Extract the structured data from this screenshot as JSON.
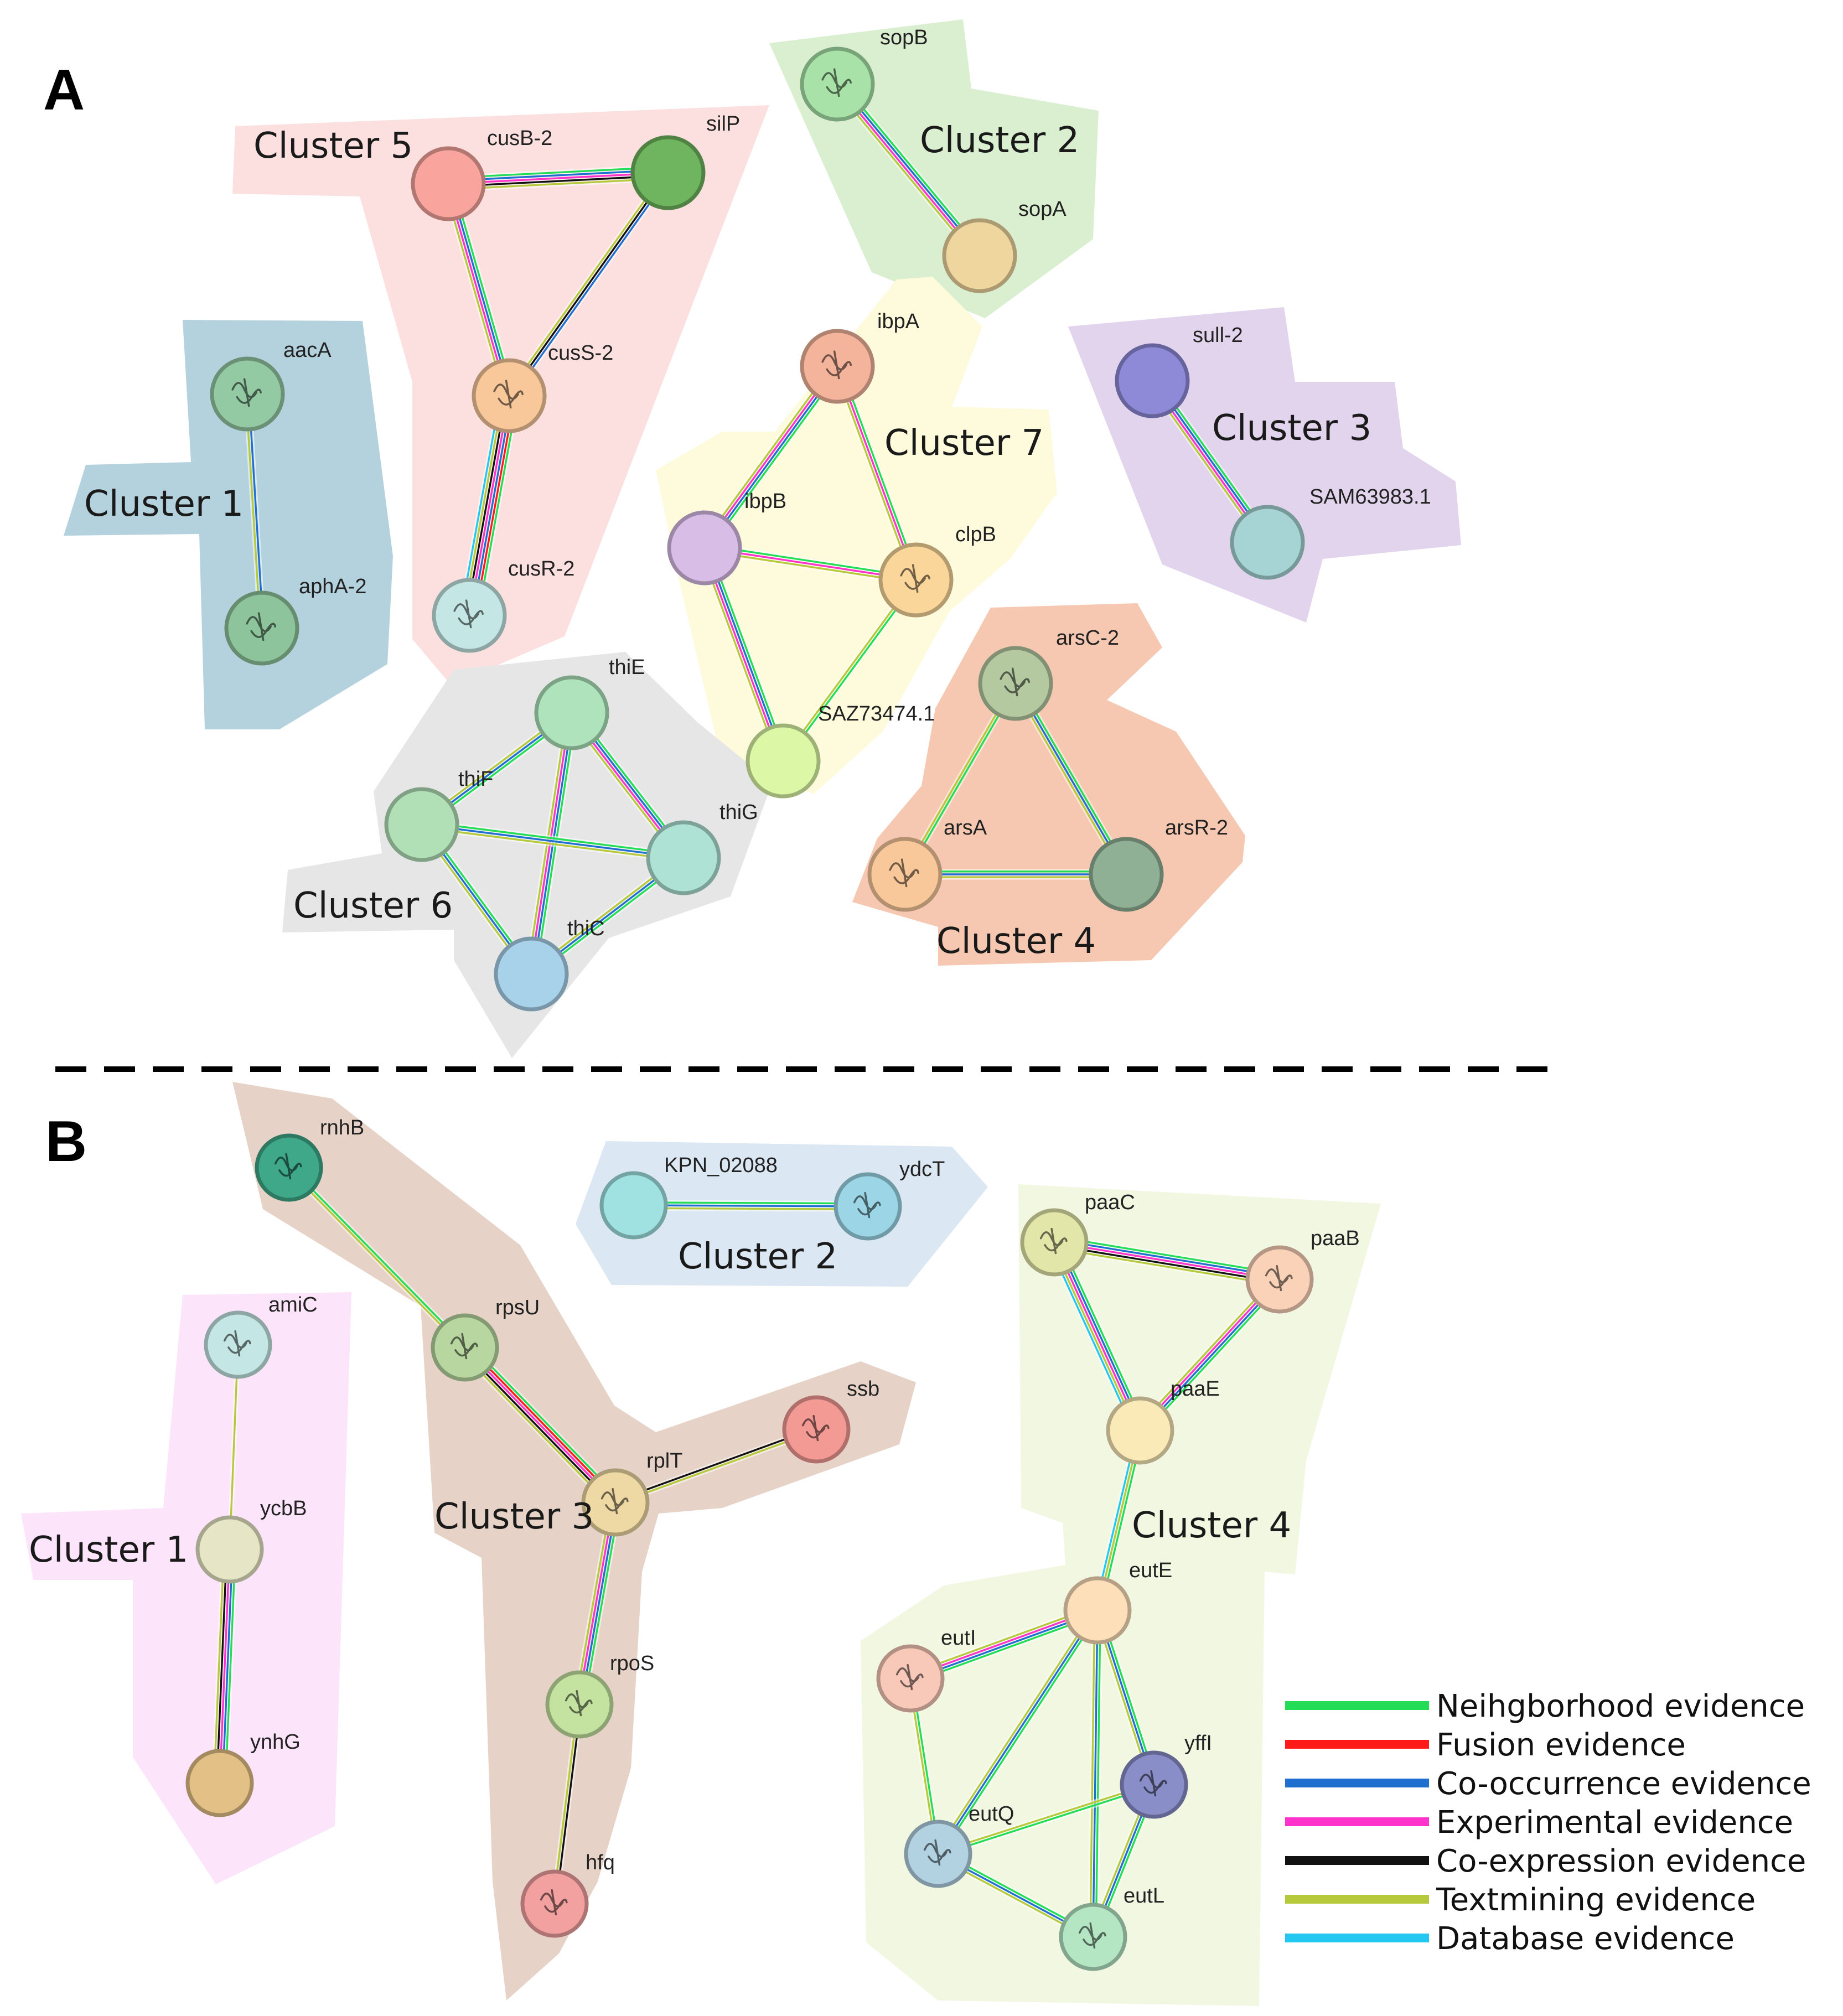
{
  "panels": [
    {
      "id": "A",
      "letter": "A",
      "clusters": [
        {
          "id": "A1",
          "label": "Cluster 1",
          "fill": "#b4d2de"
        },
        {
          "id": "A2",
          "label": "Cluster 2",
          "fill": "#d9efd0"
        },
        {
          "id": "A3",
          "label": "Cluster 3",
          "fill": "#e2d4ec"
        },
        {
          "id": "A4",
          "label": "Cluster 4",
          "fill": "#f6c8b2"
        },
        {
          "id": "A5",
          "label": "Cluster 5",
          "fill": "#fbe0df"
        },
        {
          "id": "A6",
          "label": "Cluster 6",
          "fill": "#e6e6e6"
        },
        {
          "id": "A7",
          "label": "Cluster 7",
          "fill": "#fdfbdc"
        }
      ],
      "nodes": [
        {
          "id": "aacA",
          "label": "aacA",
          "color": "#93c9a3",
          "structure": true
        },
        {
          "id": "aphA-2",
          "label": "aphA-2",
          "color": "#8ec49c",
          "structure": true
        },
        {
          "id": "cusB-2",
          "label": "cusB-2",
          "color": "#f9a59e",
          "structure": false
        },
        {
          "id": "silP",
          "label": "silP",
          "color": "#6fb45e",
          "structure": false
        },
        {
          "id": "cusS-2",
          "label": "cusS-2",
          "color": "#f8c89a",
          "structure": true
        },
        {
          "id": "cusR-2",
          "label": "cusR-2",
          "color": "#c4e6e4",
          "structure": true
        },
        {
          "id": "sopB",
          "label": "sopB",
          "color": "#a8e2a8",
          "structure": true
        },
        {
          "id": "sopA",
          "label": "sopA",
          "color": "#efd69e",
          "structure": false
        },
        {
          "id": "sull-2",
          "label": "sull-2",
          "color": "#8f8ad8",
          "structure": false
        },
        {
          "id": "SAM63983.1",
          "label": "SAM63983.1",
          "color": "#a6d4d4",
          "structure": false
        },
        {
          "id": "ibpA",
          "label": "ibpA",
          "color": "#f4b49c",
          "structure": true
        },
        {
          "id": "ibpB",
          "label": "ibpB",
          "color": "#d8bde6",
          "structure": false
        },
        {
          "id": "clpB",
          "label": "clpB",
          "color": "#fad69a",
          "structure": true
        },
        {
          "id": "SAZ73474.1",
          "label": "SAZ73474.1",
          "color": "#dcf7a6",
          "structure": false
        },
        {
          "id": "arsC-2",
          "label": "arsC-2",
          "color": "#b4c9a0",
          "structure": true
        },
        {
          "id": "arsA",
          "label": "arsA",
          "color": "#f8c89a",
          "structure": true
        },
        {
          "id": "arsR-2",
          "label": "arsR-2",
          "color": "#8fb094",
          "structure": false
        },
        {
          "id": "thiE",
          "label": "thiE",
          "color": "#aee3bc",
          "structure": false
        },
        {
          "id": "thiF",
          "label": "thiF",
          "color": "#b2e0b6",
          "structure": false
        },
        {
          "id": "thiG",
          "label": "thiG",
          "color": "#ade2d4",
          "structure": false
        },
        {
          "id": "thiC",
          "label": "thiC",
          "color": "#a8d2ea",
          "structure": false
        }
      ],
      "edges": [
        {
          "from": "aacA",
          "to": "aphA-2",
          "evidence": [
            "co_occurrence",
            "textmining"
          ]
        },
        {
          "from": "cusB-2",
          "to": "silP",
          "evidence": [
            "neighborhood",
            "co_occurrence",
            "experimental",
            "coexpression",
            "textmining"
          ]
        },
        {
          "from": "cusB-2",
          "to": "cusS-2",
          "evidence": [
            "neighborhood",
            "co_occurrence",
            "experimental",
            "textmining"
          ]
        },
        {
          "from": "silP",
          "to": "cusS-2",
          "evidence": [
            "co_occurrence",
            "coexpression",
            "textmining"
          ]
        },
        {
          "from": "cusS-2",
          "to": "cusR-2",
          "evidence": [
            "neighborhood",
            "fusion",
            "co_occurrence",
            "experimental",
            "coexpression",
            "textmining",
            "database"
          ]
        },
        {
          "from": "sopB",
          "to": "sopA",
          "evidence": [
            "neighborhood",
            "co_occurrence",
            "experimental",
            "textmining"
          ]
        },
        {
          "from": "sull-2",
          "to": "SAM63983.1",
          "evidence": [
            "neighborhood",
            "co_occurrence",
            "experimental",
            "textmining"
          ]
        },
        {
          "from": "ibpA",
          "to": "ibpB",
          "evidence": [
            "neighborhood",
            "co_occurrence",
            "experimental",
            "textmining"
          ]
        },
        {
          "from": "ibpA",
          "to": "clpB",
          "evidence": [
            "neighborhood",
            "experimental",
            "textmining"
          ]
        },
        {
          "from": "ibpB",
          "to": "clpB",
          "evidence": [
            "neighborhood",
            "experimental",
            "textmining"
          ]
        },
        {
          "from": "ibpB",
          "to": "SAZ73474.1",
          "evidence": [
            "neighborhood",
            "co_occurrence",
            "experimental",
            "textmining"
          ]
        },
        {
          "from": "clpB",
          "to": "SAZ73474.1",
          "evidence": [
            "neighborhood",
            "textmining"
          ]
        },
        {
          "from": "arsC-2",
          "to": "arsA",
          "evidence": [
            "neighborhood",
            "textmining"
          ]
        },
        {
          "from": "arsC-2",
          "to": "arsR-2",
          "evidence": [
            "neighborhood",
            "co_occurrence",
            "textmining"
          ]
        },
        {
          "from": "arsA",
          "to": "arsR-2",
          "evidence": [
            "neighborhood",
            "co_occurrence",
            "textmining"
          ]
        },
        {
          "from": "thiE",
          "to": "thiF",
          "evidence": [
            "neighborhood",
            "co_occurrence",
            "textmining"
          ]
        },
        {
          "from": "thiE",
          "to": "thiG",
          "evidence": [
            "neighborhood",
            "co_occurrence",
            "experimental",
            "textmining"
          ]
        },
        {
          "from": "thiE",
          "to": "thiC",
          "evidence": [
            "neighborhood",
            "co_occurrence",
            "experimental",
            "textmining"
          ]
        },
        {
          "from": "thiF",
          "to": "thiG",
          "evidence": [
            "neighborhood",
            "co_occurrence",
            "textmining"
          ]
        },
        {
          "from": "thiF",
          "to": "thiC",
          "evidence": [
            "neighborhood",
            "co_occurrence",
            "textmining"
          ]
        },
        {
          "from": "thiG",
          "to": "thiC",
          "evidence": [
            "neighborhood",
            "co_occurrence",
            "textmining"
          ]
        }
      ]
    },
    {
      "id": "B",
      "letter": "B",
      "clusters": [
        {
          "id": "B1",
          "label": "Cluster 1",
          "fill": "#fce4fa"
        },
        {
          "id": "B2",
          "label": "Cluster 2",
          "fill": "#dbe7f2"
        },
        {
          "id": "B3",
          "label": "Cluster 3",
          "fill": "#e7d2c7"
        },
        {
          "id": "B4",
          "label": "Cluster 4",
          "fill": "#f2f7e2"
        }
      ],
      "nodes": [
        {
          "id": "amiC",
          "label": "amiC",
          "color": "#c4e6e4",
          "structure": true
        },
        {
          "id": "ycbB",
          "label": "ycbB",
          "color": "#e6e6c6",
          "structure": false
        },
        {
          "id": "ynhG",
          "label": "ynhG",
          "color": "#e2c086",
          "structure": false
        },
        {
          "id": "KPN_02088",
          "label": "KPN_02088",
          "color": "#a0e2e2",
          "structure": false
        },
        {
          "id": "ydcT",
          "label": "ydcT",
          "color": "#9cd6e6",
          "structure": true
        },
        {
          "id": "rnhB",
          "label": "rnhB",
          "color": "#3ea888",
          "structure": true
        },
        {
          "id": "rpsU",
          "label": "rpsU",
          "color": "#b8d6a0",
          "structure": true
        },
        {
          "id": "rplT",
          "label": "rplT",
          "color": "#eed8a4",
          "structure": true
        },
        {
          "id": "ssb",
          "label": "ssb",
          "color": "#f49a94",
          "structure": true
        },
        {
          "id": "rpoS",
          "label": "rpoS",
          "color": "#c4e2a0",
          "structure": true
        },
        {
          "id": "hfq",
          "label": "hfq",
          "color": "#f2a0a0",
          "structure": true
        },
        {
          "id": "paaC",
          "label": "paaC",
          "color": "#e2e6a8",
          "structure": true
        },
        {
          "id": "paaB",
          "label": "paaB",
          "color": "#fad2b8",
          "structure": true
        },
        {
          "id": "paaE",
          "label": "paaE",
          "color": "#faeab8",
          "structure": false
        },
        {
          "id": "eutE",
          "label": "eutE",
          "color": "#fde0ba",
          "structure": false
        },
        {
          "id": "eutI",
          "label": "eutI",
          "color": "#f8c8b8",
          "structure": true
        },
        {
          "id": "yffI",
          "label": "yffI",
          "color": "#8a8ec8",
          "structure": true
        },
        {
          "id": "eutQ",
          "label": "eutQ",
          "color": "#b2d2e2",
          "structure": true
        },
        {
          "id": "eutL",
          "label": "eutL",
          "color": "#b4e6c4",
          "structure": true
        }
      ],
      "edges": [
        {
          "from": "amiC",
          "to": "ycbB",
          "evidence": [
            "textmining"
          ]
        },
        {
          "from": "ycbB",
          "to": "ynhG",
          "evidence": [
            "neighborhood",
            "co_occurrence",
            "experimental",
            "coexpression",
            "textmining"
          ]
        },
        {
          "from": "KPN_02088",
          "to": "ydcT",
          "evidence": [
            "neighborhood",
            "co_occurrence",
            "textmining"
          ]
        },
        {
          "from": "rnhB",
          "to": "rpsU",
          "evidence": [
            "neighborhood",
            "textmining"
          ]
        },
        {
          "from": "rpsU",
          "to": "rplT",
          "evidence": [
            "neighborhood",
            "fusion",
            "experimental",
            "coexpression",
            "textmining"
          ]
        },
        {
          "from": "rplT",
          "to": "ssb",
          "evidence": [
            "coexpression",
            "textmining"
          ]
        },
        {
          "from": "rplT",
          "to": "rpoS",
          "evidence": [
            "neighborhood",
            "co_occurrence",
            "experimental",
            "textmining"
          ]
        },
        {
          "from": "rpoS",
          "to": "hfq",
          "evidence": [
            "coexpression",
            "textmining"
          ]
        },
        {
          "from": "paaC",
          "to": "paaB",
          "evidence": [
            "neighborhood",
            "co_occurrence",
            "experimental",
            "coexpression",
            "textmining"
          ]
        },
        {
          "from": "paaC",
          "to": "paaE",
          "evidence": [
            "neighborhood",
            "co_occurrence",
            "experimental",
            "textmining",
            "database"
          ]
        },
        {
          "from": "paaB",
          "to": "paaE",
          "evidence": [
            "neighborhood",
            "co_occurrence",
            "experimental",
            "textmining"
          ]
        },
        {
          "from": "paaE",
          "to": "eutE",
          "evidence": [
            "neighborhood",
            "textmining",
            "database"
          ]
        },
        {
          "from": "eutE",
          "to": "eutI",
          "evidence": [
            "neighborhood",
            "co_occurrence",
            "experimental",
            "textmining"
          ]
        },
        {
          "from": "eutE",
          "to": "yffI",
          "evidence": [
            "neighborhood",
            "co_occurrence",
            "textmining"
          ]
        },
        {
          "from": "eutE",
          "to": "eutQ",
          "evidence": [
            "neighborhood",
            "co_occurrence",
            "textmining"
          ]
        },
        {
          "from": "eutE",
          "to": "eutL",
          "evidence": [
            "neighborhood",
            "co_occurrence",
            "textmining"
          ]
        },
        {
          "from": "eutI",
          "to": "eutQ",
          "evidence": [
            "neighborhood",
            "textmining"
          ]
        },
        {
          "from": "yffI",
          "to": "eutQ",
          "evidence": [
            "neighborhood",
            "textmining"
          ]
        },
        {
          "from": "yffI",
          "to": "eutL",
          "evidence": [
            "neighborhood",
            "co_occurrence",
            "textmining"
          ]
        },
        {
          "from": "eutQ",
          "to": "eutL",
          "evidence": [
            "neighborhood",
            "co_occurrence",
            "textmining"
          ]
        }
      ]
    }
  ],
  "legend": {
    "items": [
      {
        "key": "neighborhood",
        "label": "Neihgborhood evidence",
        "color": "#22dd55"
      },
      {
        "key": "fusion",
        "label": "Fusion evidence",
        "color": "#ff1a1a"
      },
      {
        "key": "co_occurrence",
        "label": "Co-occurrence evidence",
        "color": "#1f6fd1"
      },
      {
        "key": "experimental",
        "label": "Experimental evidence",
        "color": "#ff33cc"
      },
      {
        "key": "coexpression",
        "label": "Co-expression evidence",
        "color": "#111111"
      },
      {
        "key": "textmining",
        "label": "Textmining evidence",
        "color": "#b5c93a"
      },
      {
        "key": "database",
        "label": "Database evidence",
        "color": "#22c8f0"
      }
    ]
  }
}
